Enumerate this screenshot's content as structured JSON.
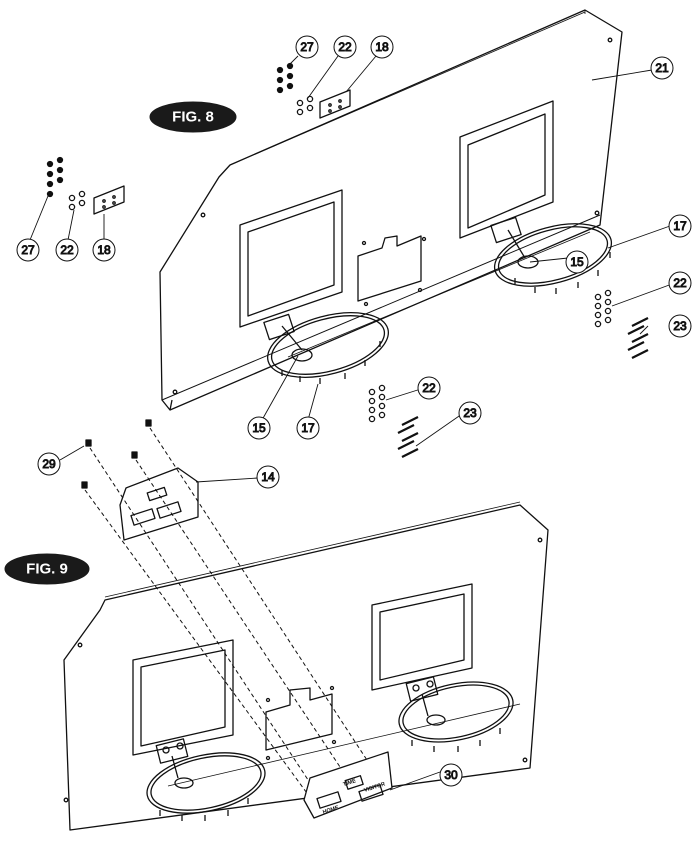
{
  "figures": {
    "fig8_label": "FIG. 8",
    "fig9_label": "FIG. 9"
  },
  "callouts": {
    "c27a": "27",
    "c22a": "22",
    "c18a": "18",
    "c21": "21",
    "c27b": "27",
    "c22b": "22",
    "c18b": "18",
    "c17a": "17",
    "c15a": "15",
    "c22c": "22",
    "c23a": "23",
    "c15b": "15",
    "c17b": "17",
    "c22d": "22",
    "c23b": "23",
    "c29": "29",
    "c14": "14",
    "c30": "30"
  },
  "panel_labels": {
    "home": "HOME",
    "time": "TIME",
    "visitor": "VISITOR"
  },
  "colors": {
    "ink": "#111111",
    "paper": "#ffffff",
    "badge": "#1a1a1a"
  }
}
